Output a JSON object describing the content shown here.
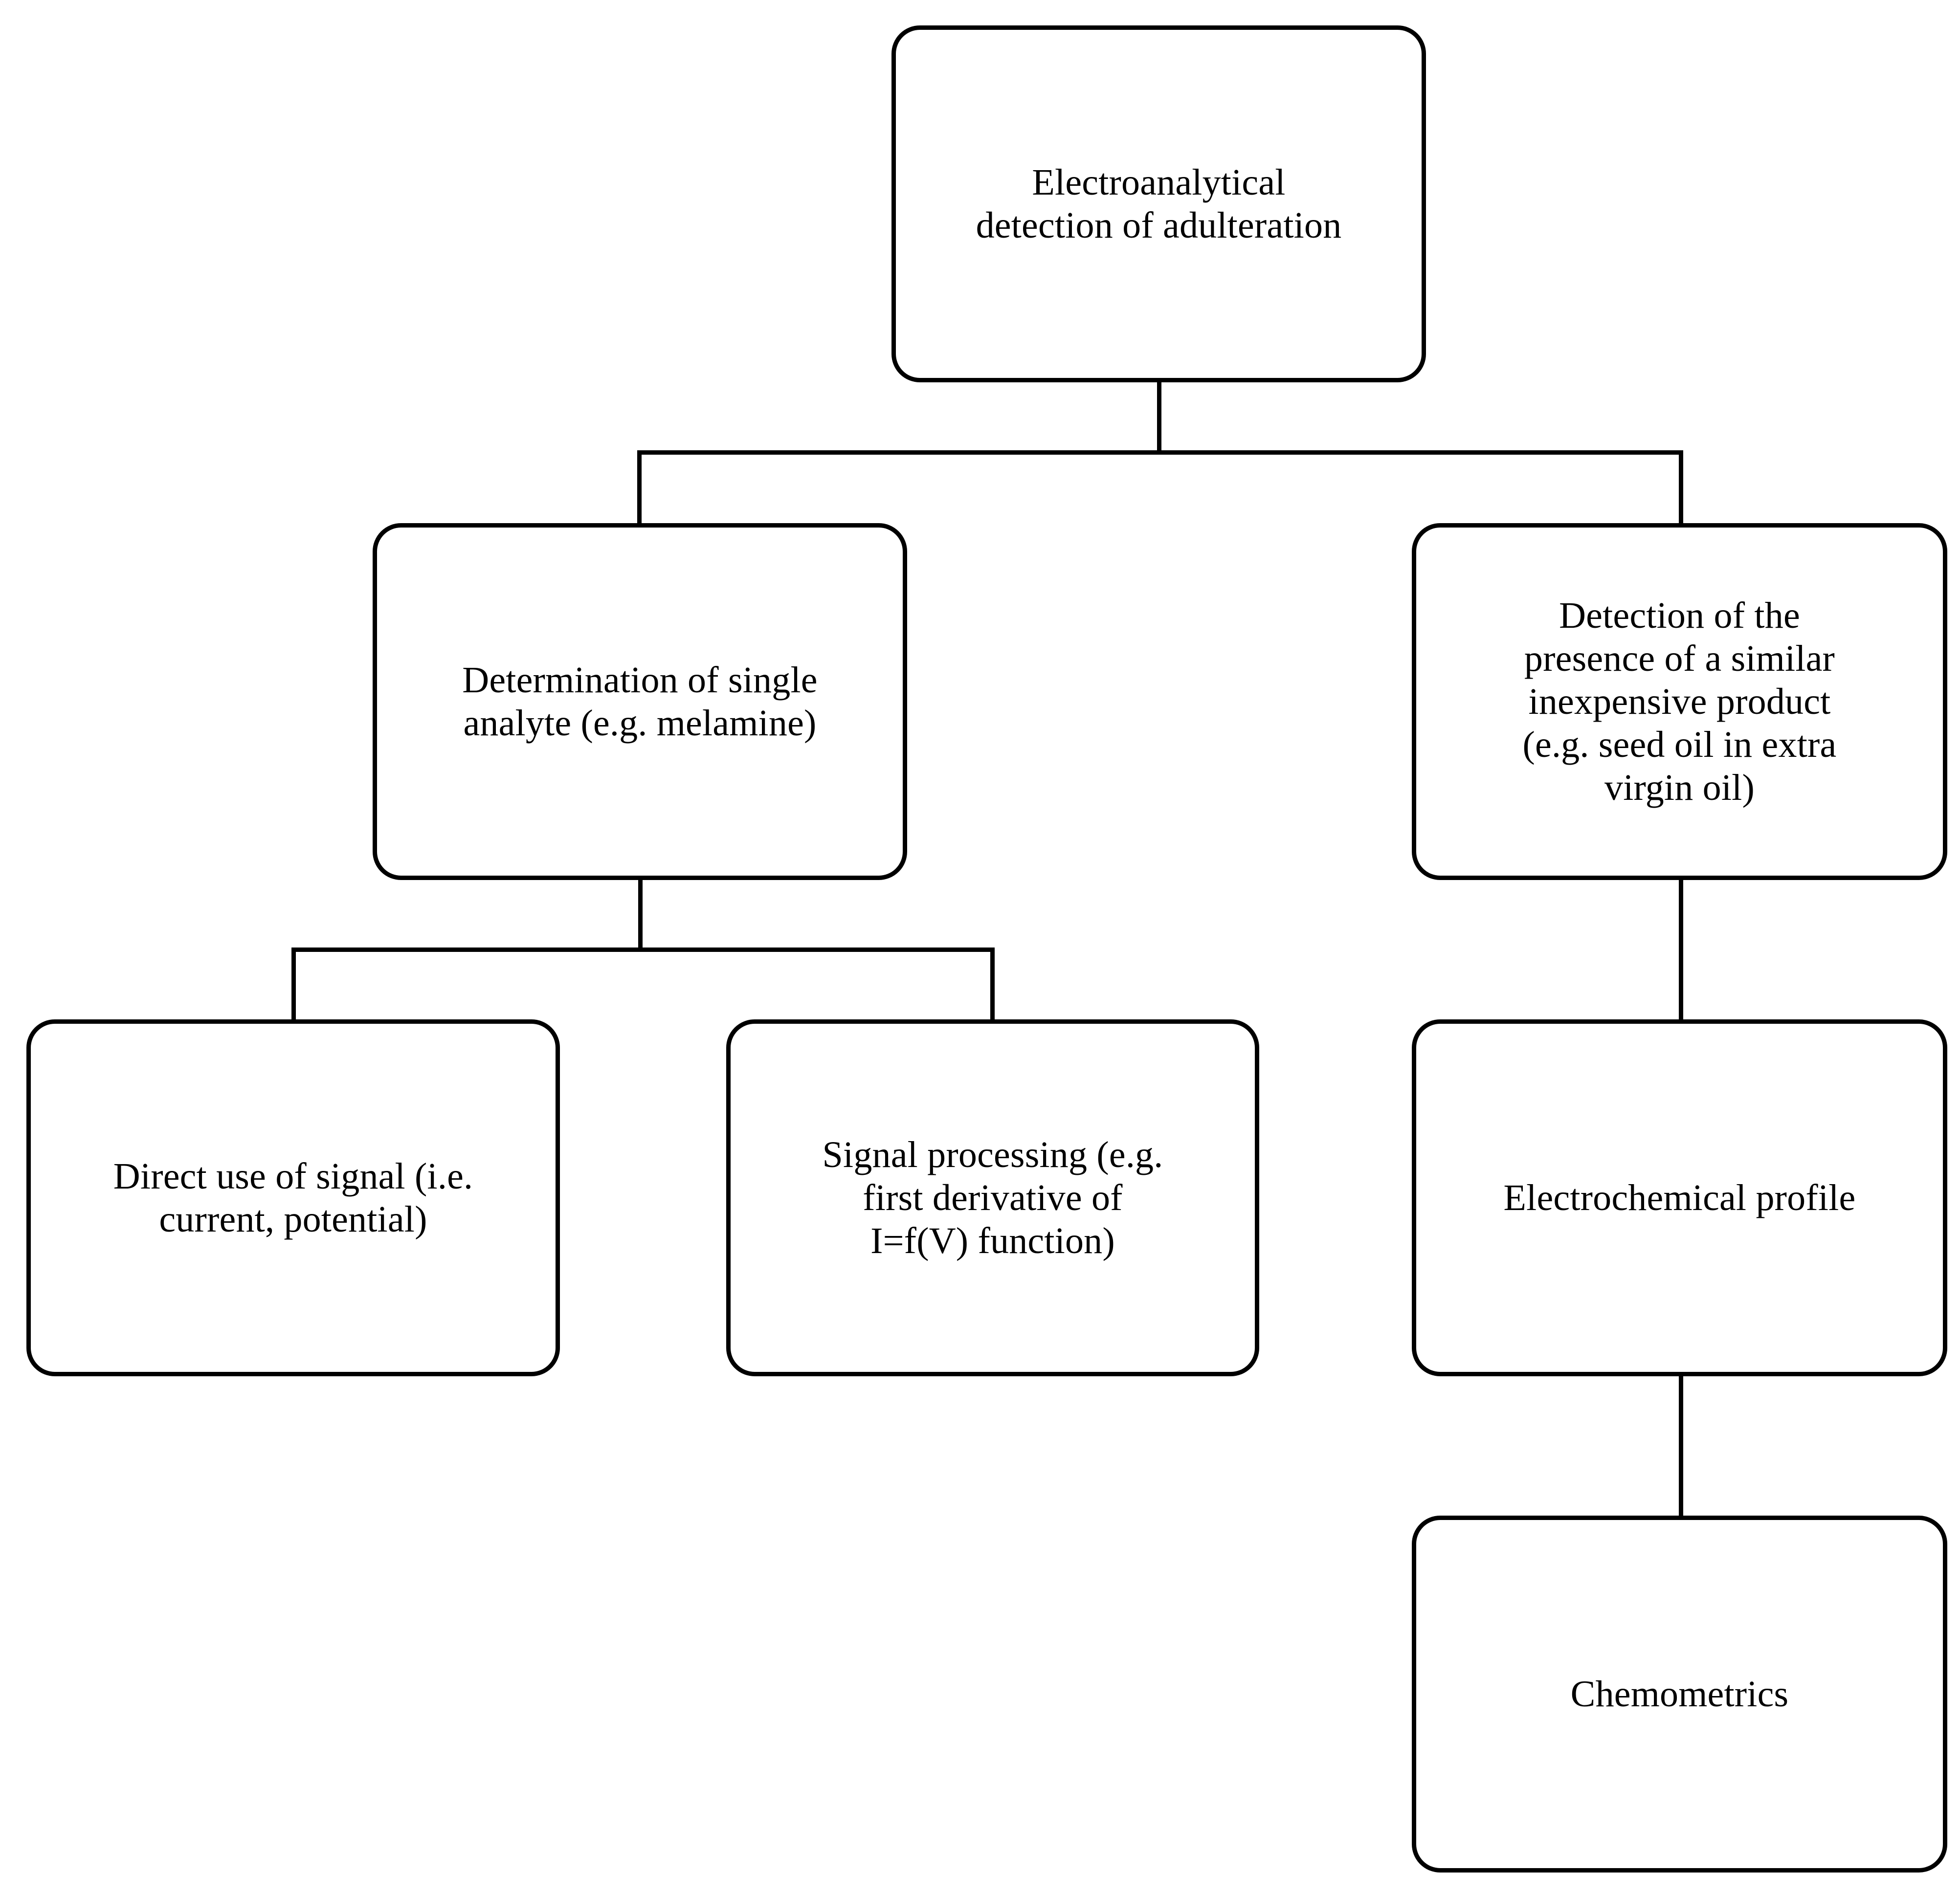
{
  "diagram": {
    "title": "Electroanalytical detection of adulteration",
    "type": "flowchart-tree",
    "background_color": "#ffffff",
    "line_color": "#000000",
    "text_color": "#000000",
    "nodes": {
      "root": {
        "id": "root",
        "label": "Electroanalytical\ndetection of adulteration",
        "level": 1
      },
      "single_analyte": {
        "id": "single-analyte",
        "label": "Determination of single\nanalyte (e.g. melamine)",
        "level": 2
      },
      "similar_product": {
        "id": "similar-product",
        "label": "Detection of the\npresence of a similar\ninexpensive product\n(e.g. seed oil in extra\nvirgin oil)",
        "level": 2
      },
      "direct_signal": {
        "id": "direct-signal",
        "label": "Direct use of signal (i.e.\ncurrent, potential)",
        "level": 3
      },
      "signal_processing": {
        "id": "signal-processing",
        "label": "Signal processing (e.g.\nfirst  derivative of\nI=f(V) function)",
        "level": 3
      },
      "electrochemical_profile": {
        "id": "electrochemical-profile",
        "label": "Electrochemical profile",
        "level": 3
      },
      "chemometrics": {
        "id": "chemometrics",
        "label": "Chemometrics",
        "level": 4
      }
    },
    "edges": [
      {
        "from": "root",
        "to": "single_analyte"
      },
      {
        "from": "root",
        "to": "similar_product"
      },
      {
        "from": "single_analyte",
        "to": "direct_signal"
      },
      {
        "from": "single_analyte",
        "to": "signal_processing"
      },
      {
        "from": "similar_product",
        "to": "electrochemical_profile"
      },
      {
        "from": "electrochemical_profile",
        "to": "chemometrics"
      }
    ]
  }
}
